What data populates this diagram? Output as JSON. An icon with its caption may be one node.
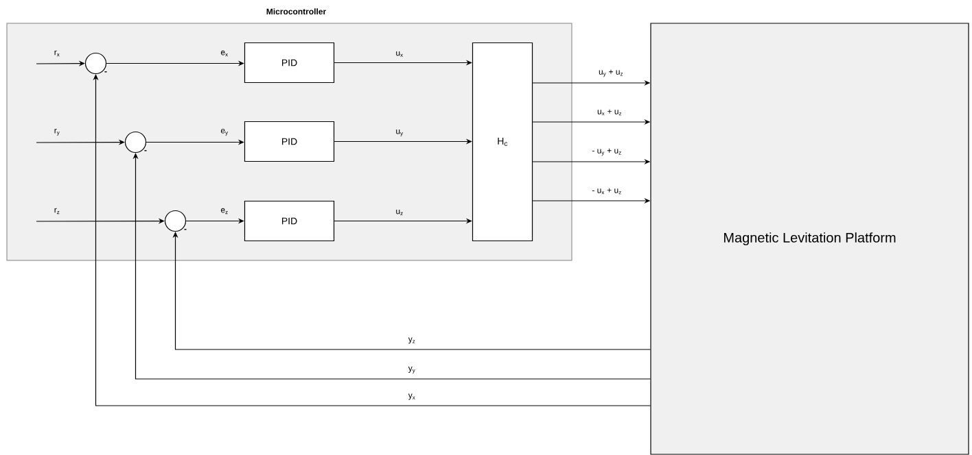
{
  "diagram": {
    "nodes": [
      {
        "text": [
          "Microcontroller"
        ]
      },
      {
        "text": [],
        "shape": "circle",
        "in": 0,
        "beside": [
          "-"
        ]
      },
      {
        "text": [],
        "shape": "circle",
        "in": 0,
        "beside": [
          "-"
        ]
      },
      {
        "text": [],
        "shape": "circle",
        "in": 0,
        "beside": [
          "-"
        ]
      },
      {
        "text": [
          "PID"
        ],
        "in": 0
      },
      {
        "text": [
          "PID"
        ],
        "in": 0
      },
      {
        "text": [
          "PID"
        ],
        "in": 0
      },
      {
        "text": [
          "H$_{c}$"
        ],
        "in": 0
      },
      {
        "text": [
          "Magnetic Levitation Platform"
        ]
      }
    ],
    "edges": [
      {
        "from": null,
        "to": 1,
        "arrow": "to",
        "label": "r$_{x}$"
      },
      {
        "from": null,
        "to": 2,
        "arrow": "to",
        "label": "r$_{y}$"
      },
      {
        "from": null,
        "to": 3,
        "arrow": "to",
        "label": "r$_{z}$"
      },
      {
        "from": 1,
        "to": 4,
        "arrow": "to",
        "label": "e$_{x}$"
      },
      {
        "from": 2,
        "to": 5,
        "arrow": "to",
        "label": "e$_{y}$"
      },
      {
        "from": 3,
        "to": 6,
        "arrow": "to",
        "label": "e$_{z}$"
      },
      {
        "from": 4,
        "to": 7,
        "arrow": "to",
        "label": "u$_{x}$"
      },
      {
        "from": 5,
        "to": 7,
        "arrow": "to",
        "label": "u$_{y}$"
      },
      {
        "from": 6,
        "to": 7,
        "arrow": "to",
        "label": "u$_{z}$"
      },
      {
        "from": 7,
        "to": 8,
        "arrow": "to",
        "label": "u$_{y}$ + u$_{z}$"
      },
      {
        "from": 7,
        "to": 8,
        "arrow": "to",
        "label": "u$_{x}$ + u$_{z}$"
      },
      {
        "from": 7,
        "to": 8,
        "arrow": "to",
        "label": "- u$_{y}$ + u$_{z}$"
      },
      {
        "from": 7,
        "to": 8,
        "arrow": "to",
        "label": "- u$_{x}$ + u$_{z}$"
      },
      {
        "from": 8,
        "to": 3,
        "arrow": "to",
        "label": "y$_{z}$"
      },
      {
        "from": 8,
        "to": 2,
        "arrow": "to",
        "label": "y$_{y}$"
      },
      {
        "from": 8,
        "to": 1,
        "arrow": "to",
        "label": "y$_{x}$"
      }
    ]
  }
}
